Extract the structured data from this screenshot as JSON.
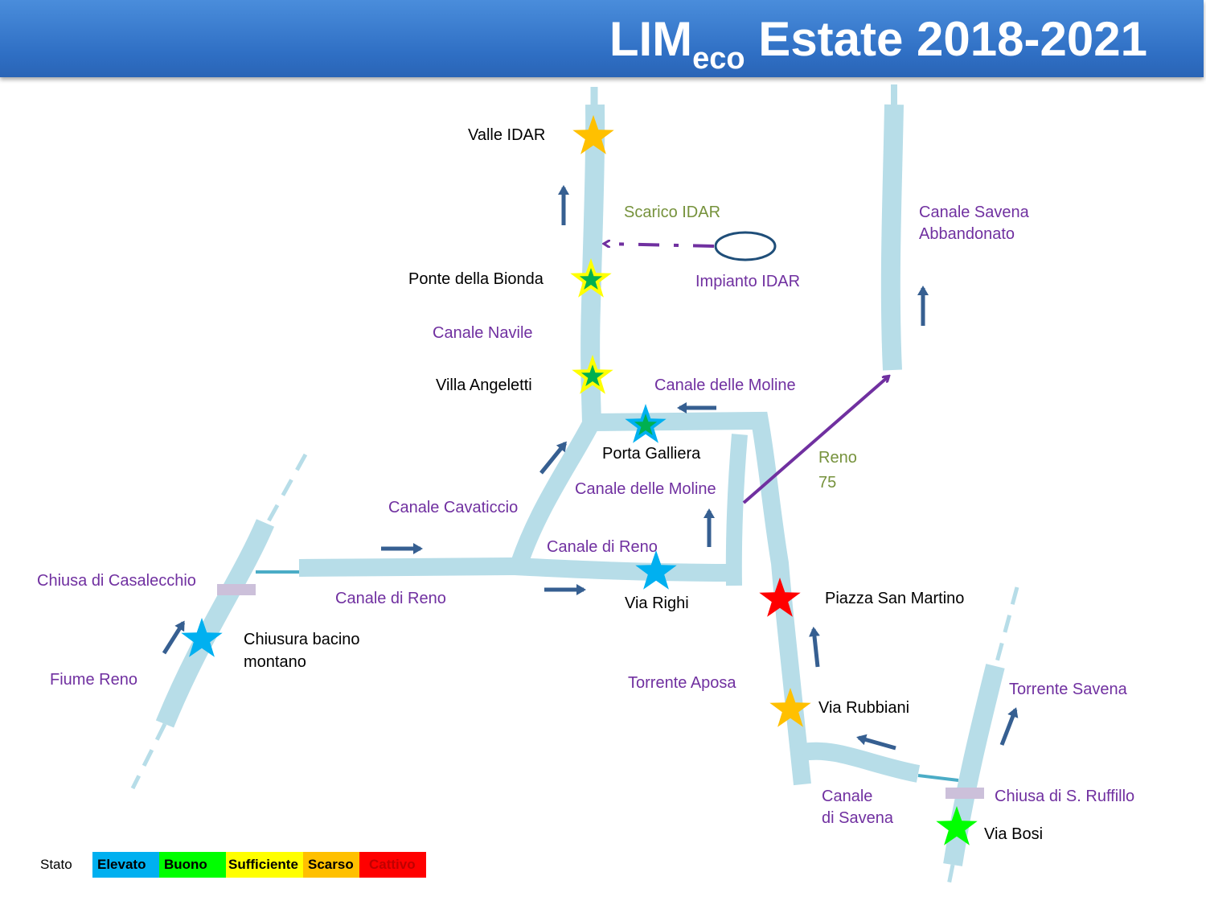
{
  "header": {
    "title_main": "LIM",
    "title_sub": "eco",
    "title_rest": " Estate 2018-2021"
  },
  "labels": {
    "valle_idar": "Valle IDAR",
    "scarico_idar": "Scarico IDAR",
    "ponte_bionda": "Ponte della Bionda",
    "impianto_idar": "Impianto IDAR",
    "canale_navile": "Canale Navile",
    "villa_angeletti": "Villa Angeletti",
    "canale_moline_1": "Canale delle Moline",
    "porta_galliera": "Porta Galliera",
    "canale_savena_abb_1": "Canale Savena",
    "canale_savena_abb_2": "Abbandonato",
    "reno_75_1": "Reno",
    "reno_75_2": "75",
    "canale_moline_2": "Canale delle Moline",
    "canale_cavaticcio": "Canale Cavaticcio",
    "canale_reno_1": "Canale di Reno",
    "chiusa_casalecchio": "Chiusa di Casalecchio",
    "canale_reno_2": "Canale di Reno",
    "via_righi": "Via Righi",
    "piazza_san_martino": "Piazza San Martino",
    "chiusura_1": "Chiusura bacino",
    "chiusura_2": "montano",
    "fiume_reno": "Fiume  Reno",
    "torrente_aposa": "Torrente Aposa",
    "via_rubbiani": "Via Rubbiani",
    "torrente_savena": "Torrente Savena",
    "canale_savena_1": "Canale",
    "canale_savena_2": "di Savena",
    "chiusa_ruffillo": "Chiusa di S. Ruffillo",
    "via_bosi": "Via Bosi"
  },
  "legend": {
    "title": "Stato",
    "items": [
      {
        "label": "Elevato",
        "color": "#00b0f0",
        "text_color": "#000000"
      },
      {
        "label": "Buono",
        "color": "#00ff00",
        "text_color": "#000000"
      },
      {
        "label": "Sufficiente",
        "color": "#ffff00",
        "text_color": "#000000"
      },
      {
        "label": "Scarso",
        "color": "#ffc000",
        "text_color": "#000000"
      },
      {
        "label": "Cattivo",
        "color": "#ff0000",
        "text_color": "#c00000"
      }
    ]
  },
  "stations": [
    {
      "name": "Valle IDAR",
      "status": "Scarso",
      "icon": "star-icon"
    },
    {
      "name": "Ponte della Bionda",
      "status": "Buono/Sufficiente",
      "icon": "star-icon"
    },
    {
      "name": "Villa Angeletti",
      "status": "Buono/Sufficiente",
      "icon": "star-icon"
    },
    {
      "name": "Porta Galliera",
      "status": "Elevato/Buono",
      "icon": "star-icon"
    },
    {
      "name": "Via Righi",
      "status": "Elevato",
      "icon": "star-icon"
    },
    {
      "name": "Piazza San Martino",
      "status": "Cattivo",
      "icon": "star-icon"
    },
    {
      "name": "Chiusura bacino montano",
      "status": "Elevato",
      "icon": "star-icon"
    },
    {
      "name": "Via Rubbiani",
      "status": "Scarso",
      "icon": "star-icon"
    },
    {
      "name": "Via Bosi",
      "status": "Buono",
      "icon": "star-icon"
    }
  ],
  "colors": {
    "river": "#b7dde8",
    "arrow": "#365f91",
    "label_purple": "#7030a0",
    "label_olive": "#76923c",
    "lock": "#ccc0da",
    "link": "#4bacc6"
  }
}
